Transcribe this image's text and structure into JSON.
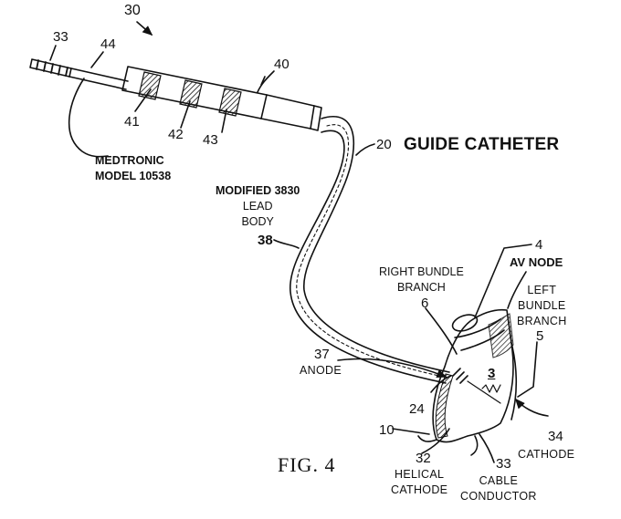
{
  "figure": {
    "ref_30": "30",
    "ref_33_top": "33",
    "ref_44": "44",
    "ref_40": "40",
    "ref_41": "41",
    "ref_42": "42",
    "ref_43": "43",
    "medtronic": [
      "MEDTRONIC",
      "MODEL 10538"
    ],
    "ref_20": "20",
    "guide_catheter": "GUIDE CATHETER",
    "lead_body": [
      "MODIFIED 3830",
      "LEAD",
      "BODY"
    ],
    "ref_38": "38",
    "ref_4": "4",
    "av_node": "AV NODE",
    "right_bundle": [
      "RIGHT BUNDLE",
      "BRANCH"
    ],
    "ref_6": "6",
    "left_bundle": [
      "LEFT",
      "BUNDLE",
      "BRANCH"
    ],
    "ref_5": "5",
    "ref_37": "37",
    "anode": "ANODE",
    "ref_3": "3",
    "ref_24": "24",
    "ref_10": "10",
    "ref_34": "34",
    "cathode": "CATHODE",
    "ref_32": "32",
    "helical_cathode": [
      "HELICAL",
      "CATHODE"
    ],
    "ref_33_bottom": "33",
    "cable_conductor": [
      "CABLE",
      "CONDUCTOR"
    ],
    "fig_caption": "FIG. 4"
  }
}
